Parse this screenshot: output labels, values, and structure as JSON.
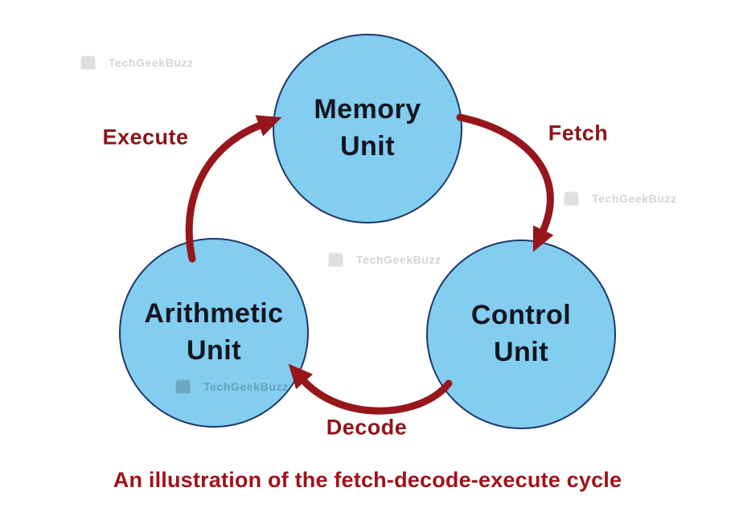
{
  "diagram": {
    "caption": "An illustration of the fetch-decode-execute cycle",
    "nodes": {
      "memory": {
        "line1": "Memory",
        "line2": "Unit"
      },
      "control": {
        "line1": "Control",
        "line2": "Unit"
      },
      "arithmetic": {
        "line1": "Arithmetic",
        "line2": "Unit"
      }
    },
    "edges": {
      "fetch": "Fetch",
      "decode": "Decode",
      "execute": "Execute"
    },
    "watermark": {
      "text": "TechGeekBuzz",
      "logo_icon": "techgeekbuzz-castle-logo"
    },
    "colors": {
      "background": "#FFFFFF",
      "node_fill": "#82CDF0",
      "node_border": "#1E3769",
      "node_text": "#14151F",
      "arrow_red": "#97161B",
      "label_red": "#8E1418",
      "caption_red": "#A01218",
      "watermark_gray": "#E3DDDD"
    }
  }
}
